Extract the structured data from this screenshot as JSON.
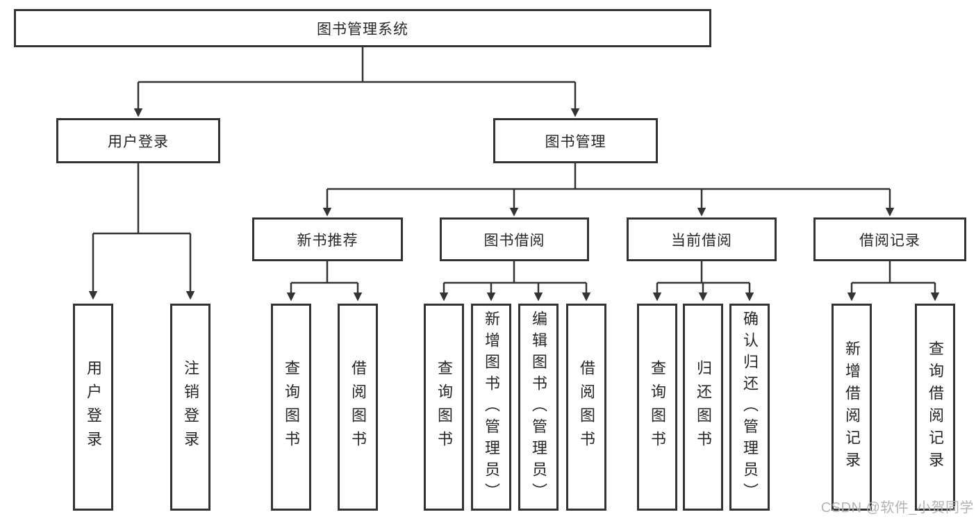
{
  "tree": {
    "label": "图书管理系统",
    "children": [
      {
        "label": "用户登录",
        "children": [
          {
            "label": "用户登录"
          },
          {
            "label": "注销登录"
          }
        ]
      },
      {
        "label": "图书管理",
        "children": [
          {
            "label": "新书推荐",
            "children": [
              {
                "label": "查询图书"
              },
              {
                "label": "借阅图书"
              }
            ]
          },
          {
            "label": "图书借阅",
            "children": [
              {
                "label": "查询图书"
              },
              {
                "label": "新增图书（管理员）"
              },
              {
                "label": "编辑图书（管理员）"
              },
              {
                "label": "借阅图书"
              }
            ]
          },
          {
            "label": "当前借阅",
            "children": [
              {
                "label": "查询图书"
              },
              {
                "label": "归还图书"
              },
              {
                "label": "确认归还（管理员）"
              }
            ]
          },
          {
            "label": "借阅记录",
            "children": [
              {
                "label": "新增借阅记录"
              },
              {
                "label": "查询借阅记录"
              }
            ]
          }
        ]
      }
    ]
  },
  "watermark": {
    "text": "CSDN @软件_小贺同学"
  },
  "colors": {
    "line": "#333333",
    "box_border": "#333333",
    "text": "#262626",
    "background": "#ffffff",
    "watermark": "#b3b3b6"
  }
}
